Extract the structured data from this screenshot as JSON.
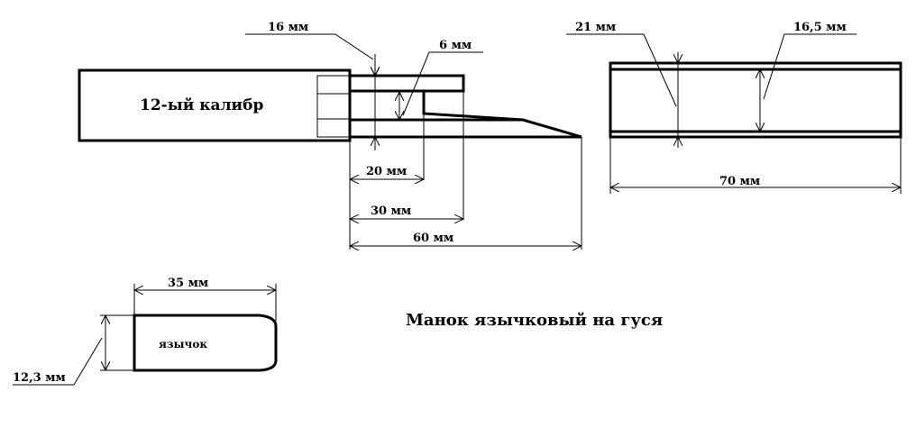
{
  "title": "Манок язычковый на гуся",
  "body_label": "12-ый калибр",
  "tongue_label": "язычок",
  "dimensions": {
    "d16": "16 мм",
    "d6": "6 мм",
    "d20": "20 мм",
    "d30": "30 мм",
    "d60": "60 мм",
    "d21": "21 мм",
    "d16_5": "16,5 мм",
    "d70": "70 мм",
    "d35": "35 мм",
    "d12_3": "12,3 мм"
  }
}
